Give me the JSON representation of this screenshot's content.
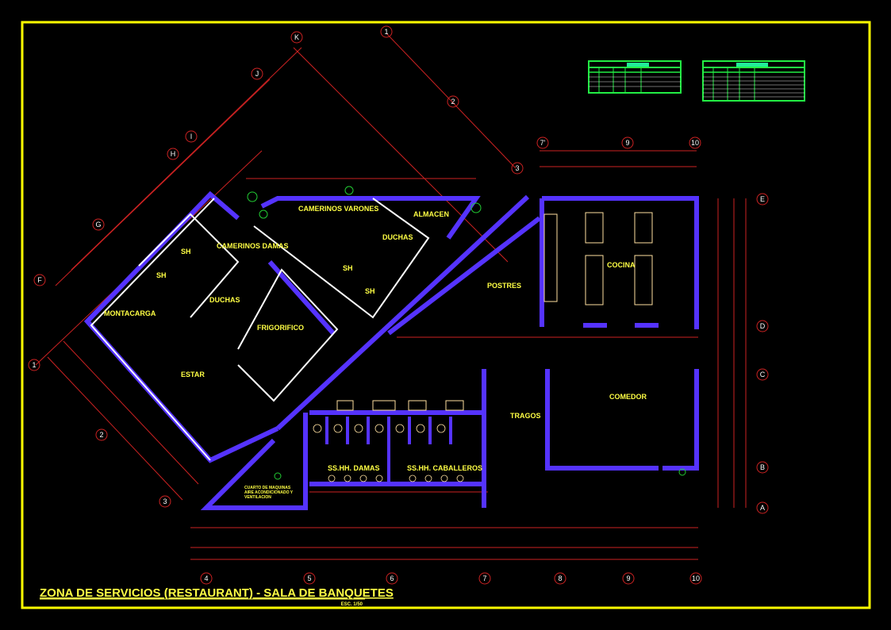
{
  "drawing": {
    "title": "ZONA DE SERVICIOS (RESTAURANT) - SALA DE BANQUETES",
    "scale": "ESC. 1/50",
    "colors": {
      "frame": "#ffff00",
      "walls": "#5533ff",
      "dimensions": "#cc2222",
      "tables": "#22ee44",
      "labels": "#ffff44"
    }
  },
  "rooms": {
    "camerinos_varones": "CAMERINOS VARONES",
    "almacen": "ALMACEN",
    "duchas_1": "DUCHAS",
    "sh_1": "SH",
    "sh_2": "SH",
    "sh_3": "SH",
    "sh_4": "SH",
    "camerinos_damas": "CAMERINOS DAMAS",
    "duchas_2": "DUCHAS",
    "montacarga": "MONTACARGA",
    "frigorifico": "FRIGORIFICO",
    "estar": "ESTAR",
    "postres": "POSTRES",
    "cocina": "COCINA",
    "comedor": "COMEDOR",
    "tragos": "TRAGOS",
    "sshh_damas": "SS.HH. DAMAS",
    "sshh_caballeros": "SS.HH. CABALLEROS",
    "cuarto_maquinas": "CUARTO DE MAQUINAS AIRE ACONDICIONADO Y VENTILACION"
  },
  "grid_axes": {
    "diagonal_letters": [
      "K",
      "J",
      "I",
      "H",
      "G",
      "F"
    ],
    "diagonal_numbers_top": [
      "1",
      "2",
      "3"
    ],
    "diagonal_numbers_left": [
      "1",
      "2",
      "3"
    ],
    "top_right": [
      "7'",
      "9",
      "10"
    ],
    "right": [
      "E",
      "D",
      "C",
      "B",
      "A"
    ],
    "bottom": [
      "4",
      "5",
      "6",
      "7",
      "8",
      "9",
      "10"
    ]
  }
}
